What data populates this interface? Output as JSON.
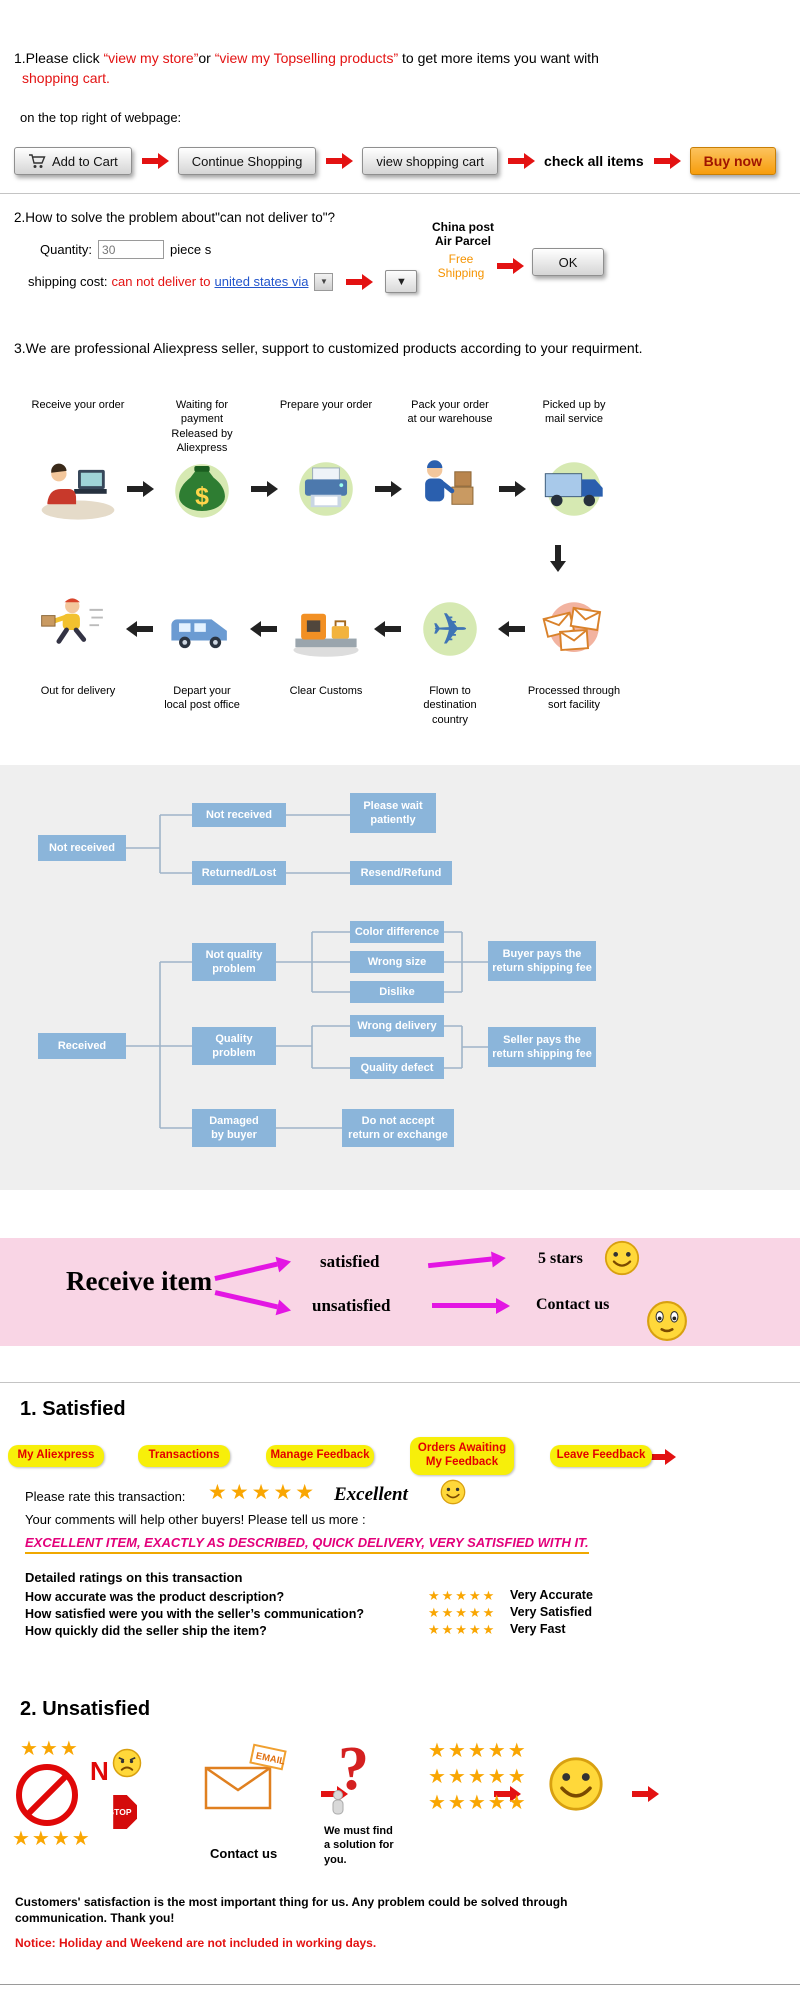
{
  "colors": {
    "red": "#e31212",
    "magenta": "#e316e3",
    "flow_blue": "#8bb5da",
    "flow_bg": "#efefef",
    "banner_pink": "#f9d5e5",
    "nav_yellow": "#f7ef0a",
    "star_gold": "#f9a602",
    "buy_orange": "#f79d0c",
    "highlight": "#e3007b",
    "link_blue": "#2255cc",
    "free_ship_orange": "#f59300"
  },
  "icons": {
    "cart": "shopping-cart",
    "dropdown": "▼",
    "star": "★",
    "airplane": "✈",
    "smiley": "smiley-face",
    "prohibition": "no-sign",
    "stop": "stop-sign",
    "question": "question-mark",
    "envelope": "email-envelope"
  },
  "section1": {
    "p1": "1.Please click ",
    "l1": "“view my store”",
    "p2": "or ",
    "l2": "“view my Topselling products”",
    "p3": " to get more items you want with",
    "l3": "shopping cart.",
    "line2": "on the top right of webpage:"
  },
  "buttons": {
    "add_to_cart": "Add to Cart",
    "continue_shopping": "Continue Shopping",
    "view_cart": "view shopping cart",
    "check_all": "check all items",
    "buy_now": "Buy now"
  },
  "section2": {
    "title": "2.How to solve the problem about\"can not deliver to\"?",
    "quantity_label": "Quantity:",
    "quantity_value": "30",
    "quantity_suffix": "piece s",
    "ship_black": "shipping cost:",
    "ship_red": "can not deliver to ",
    "ship_link": "united states via",
    "dd_glyph": "▼",
    "china_post": "China post\nAir Parcel",
    "free_shipping": "Free\nShipping",
    "ok_label": "OK"
  },
  "section3": {
    "text": "3.We are professional Aliexpress seller, support to customized products according to your requirment."
  },
  "process": {
    "top": [
      {
        "label": "Receive your order"
      },
      {
        "label": "Waiting for payment\nReleased by Aliexpress"
      },
      {
        "label": "Prepare your order"
      },
      {
        "label": "Pack your order\nat our warehouse"
      },
      {
        "label": "Picked up by\nmail service"
      }
    ],
    "bottom": [
      {
        "label": "Out for delivery"
      },
      {
        "label": "Depart your\nlocal post office"
      },
      {
        "label": "Clear Customs"
      },
      {
        "label": "Flown to destination\ncountry"
      },
      {
        "label": "Processed through\nsort facility"
      }
    ]
  },
  "flowchart": {
    "not_received_root": "Not received",
    "not_received_child": "Not received",
    "wait": "Please wait\npatiently",
    "returned_lost": "Returned/Lost",
    "resend_refund": "Resend/Refund",
    "received_root": "Received",
    "not_quality": "Not quality\nproblem",
    "color_diff": "Color difference",
    "wrong_size": "Wrong size",
    "dislike": "Dislike",
    "buyer_pays": "Buyer pays the\nreturn shipping fee",
    "quality_problem": "Quality\nproblem",
    "wrong_delivery": "Wrong delivery",
    "quality_defect": "Quality defect",
    "seller_pays": "Seller pays the\nreturn shipping fee",
    "damaged": "Damaged\nby buyer",
    "no_return": "Do not accept\nreturn or exchange"
  },
  "banner": {
    "title": "Receive item",
    "satisfied": "satisfied",
    "unsatisfied": "unsatisfied",
    "five_stars": "5 stars",
    "contact": "Contact us"
  },
  "satisfied": {
    "heading": "1. Satisfied",
    "nav": [
      "My Aliexpress",
      "Transactions",
      "Manage Feedback",
      "Orders Awaiting\nMy Feedback",
      "Leave Feedback"
    ],
    "rate_label": "Please rate this transaction:",
    "stars5": "★★★★★",
    "excellent": "Excellent",
    "comments": "Your comments will help other buyers! Please tell us more :",
    "highlight": "EXCELLENT ITEM, EXACTLY AS DESCRIBED, QUICK DELIVERY, VERY SATISFIED WITH IT.",
    "detail_title": "Detailed ratings on this transaction",
    "rows": [
      {
        "q": "How accurate was the product description?",
        "stars": "★★★★★",
        "a": "Very Accurate"
      },
      {
        "q": "How satisfied were you with the seller’s communication?",
        "stars": "★★★★★",
        "a": "Very Satisfied"
      },
      {
        "q": "How quickly did the seller ship the item?",
        "stars": "★★★★★",
        "a": "Very Fast"
      }
    ]
  },
  "unsatisfied": {
    "heading": "2. Unsatisfied",
    "stars3": "★★★",
    "stars4": "★★★★",
    "stars5": "★★★★★",
    "n": "N",
    "stop": "STOP",
    "email": "EMAIL",
    "contact": "Contact us",
    "solution": "We must find\na solution for\nyou."
  },
  "footer": {
    "line1": "Customers' satisfaction is the most important thing for us. Any problem could be solved through\ncommunication. Thank you!",
    "notice": "Notice: Holiday and Weekend are not included in working days."
  }
}
